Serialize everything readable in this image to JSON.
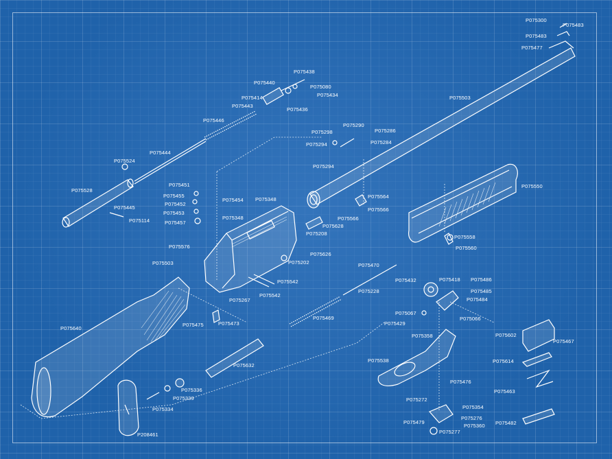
{
  "parts": [
    {
      "id": "p1",
      "label": "P075300"
    },
    {
      "id": "p2",
      "label": "P075483"
    },
    {
      "id": "p3",
      "label": "P075483"
    },
    {
      "id": "p4",
      "label": "P075477"
    },
    {
      "id": "p5",
      "label": "P075503"
    },
    {
      "id": "p6",
      "label": "P075438"
    },
    {
      "id": "p7",
      "label": "P075440"
    },
    {
      "id": "p8",
      "label": "P075080"
    },
    {
      "id": "p9",
      "label": "P075414"
    },
    {
      "id": "p10",
      "label": "P075434"
    },
    {
      "id": "p11",
      "label": "P075443"
    },
    {
      "id": "p12",
      "label": "P075436"
    },
    {
      "id": "p13",
      "label": "P075446"
    },
    {
      "id": "p14",
      "label": "P075290"
    },
    {
      "id": "p15",
      "label": "P075298"
    },
    {
      "id": "p16",
      "label": "P075286"
    },
    {
      "id": "p17",
      "label": "P075294"
    },
    {
      "id": "p18",
      "label": "P075284"
    },
    {
      "id": "p19",
      "label": "P075444"
    },
    {
      "id": "p20",
      "label": "P075524"
    },
    {
      "id": "p21",
      "label": "P075294"
    },
    {
      "id": "p22",
      "label": "P075550"
    },
    {
      "id": "p23",
      "label": "P075528"
    },
    {
      "id": "p24",
      "label": "P075451"
    },
    {
      "id": "p25",
      "label": "P075455"
    },
    {
      "id": "p26",
      "label": "P075454"
    },
    {
      "id": "p27",
      "label": "P075348"
    },
    {
      "id": "p28",
      "label": "P075452"
    },
    {
      "id": "p29",
      "label": "P075564"
    },
    {
      "id": "p30",
      "label": "P075445"
    },
    {
      "id": "p31",
      "label": "P075453"
    },
    {
      "id": "p32",
      "label": "P075566"
    },
    {
      "id": "p33",
      "label": "P075114"
    },
    {
      "id": "p34",
      "label": "P075457"
    },
    {
      "id": "p35",
      "label": "P075348"
    },
    {
      "id": "p36",
      "label": "P075566"
    },
    {
      "id": "p37",
      "label": "P075628"
    },
    {
      "id": "p38",
      "label": "P075208"
    },
    {
      "id": "p39",
      "label": "P075558"
    },
    {
      "id": "p40",
      "label": "P075576"
    },
    {
      "id": "p41",
      "label": "P075560"
    },
    {
      "id": "p42",
      "label": "P075626"
    },
    {
      "id": "p43",
      "label": "P075503"
    },
    {
      "id": "p44",
      "label": "P075202"
    },
    {
      "id": "p45",
      "label": "P075470"
    },
    {
      "id": "p46",
      "label": "P075542"
    },
    {
      "id": "p47",
      "label": "P075432"
    },
    {
      "id": "p48",
      "label": "P075418"
    },
    {
      "id": "p49",
      "label": "P075486"
    },
    {
      "id": "p50",
      "label": "P075228"
    },
    {
      "id": "p51",
      "label": "P075485"
    },
    {
      "id": "p52",
      "label": "P075542"
    },
    {
      "id": "p53",
      "label": "P075267"
    },
    {
      "id": "p54",
      "label": "P075484"
    },
    {
      "id": "p55",
      "label": "P075067"
    },
    {
      "id": "p56",
      "label": "P075469"
    },
    {
      "id": "p57",
      "label": "P075066"
    },
    {
      "id": "p58",
      "label": "P075640"
    },
    {
      "id": "p59",
      "label": "P075429"
    },
    {
      "id": "p60",
      "label": "P075475"
    },
    {
      "id": "p61",
      "label": "P075473"
    },
    {
      "id": "p62",
      "label": "P075358"
    },
    {
      "id": "p63",
      "label": "P075602"
    },
    {
      "id": "p64",
      "label": "P075467"
    },
    {
      "id": "p65",
      "label": "P075538"
    },
    {
      "id": "p66",
      "label": "P075632"
    },
    {
      "id": "p67",
      "label": "P075614"
    },
    {
      "id": "p68",
      "label": "P075476"
    },
    {
      "id": "p69",
      "label": "P075336"
    },
    {
      "id": "p70",
      "label": "P075463"
    },
    {
      "id": "p71",
      "label": "P075339"
    },
    {
      "id": "p72",
      "label": "P075272"
    },
    {
      "id": "p73",
      "label": "P075334"
    },
    {
      "id": "p74",
      "label": "P075354"
    },
    {
      "id": "p75",
      "label": "P075276"
    },
    {
      "id": "p76",
      "label": "P075479"
    },
    {
      "id": "p77",
      "label": "P075482"
    },
    {
      "id": "p78",
      "label": "P075360"
    },
    {
      "id": "p79",
      "label": "P208461"
    },
    {
      "id": "p80",
      "label": "P075277"
    }
  ],
  "colors": {
    "background": "#1f62aa",
    "line": "#ffffff"
  }
}
